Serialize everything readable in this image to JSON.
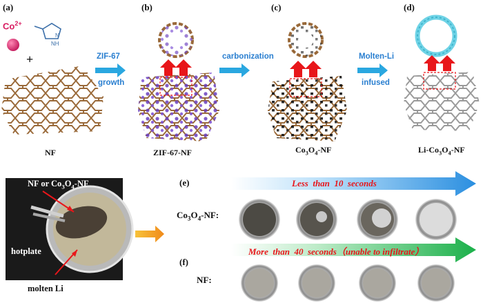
{
  "panels": {
    "a": {
      "label": "(a)",
      "caption": "NF",
      "ion_label": "Co",
      "ion_charge": "2+",
      "plus": "+"
    },
    "b": {
      "label": "(b)",
      "caption": "ZIF-67-NF"
    },
    "c": {
      "label": "(c)",
      "caption_main": "Co",
      "caption_sub1": "3",
      "caption_mid": "O",
      "caption_sub2": "4",
      "caption_tail": "-NF"
    },
    "d": {
      "label": "(d)",
      "caption_pre": "Li-Co",
      "caption_sub1": "3",
      "caption_mid": "O",
      "caption_sub2": "4",
      "caption_tail": "-NF"
    },
    "e": {
      "label": "(e)"
    },
    "f": {
      "label": "(f)"
    }
  },
  "process_arrows": [
    {
      "top": "ZIF-67",
      "bottom": "growth"
    },
    {
      "top": "carbonization",
      "bottom": ""
    },
    {
      "top": "Molten-Li",
      "bottom": "infused"
    }
  ],
  "photo": {
    "label_top_pre": "NF  or Co",
    "label_top_sub1": "3",
    "label_top_mid": "O",
    "label_top_sub2": "4",
    "label_top_tail": "-NF",
    "label_hotplate": "hotplate",
    "label_molten": "molten Li"
  },
  "rows": {
    "e": {
      "label_pre": "Co",
      "label_sub1": "3",
      "label_mid": "O",
      "label_sub2": "4",
      "label_tail": "-NF:",
      "banner": "Less  than  10  seconds"
    },
    "f": {
      "label": "NF:",
      "banner": "More  than  40  seconds（unable to infiltrate）"
    }
  },
  "colors": {
    "nf_frame": "#9a6a3a",
    "zif_purple": "#6a3fc0",
    "co3o4_black": "#1a1a1a",
    "li_cyan": "#6fd3e6",
    "process_arrow": "#2aa7e0",
    "up_arrow": "#e8161a",
    "banner_blue": "#2b8fe0",
    "banner_green": "#1bb04a",
    "banner_text": "#e8161a"
  }
}
